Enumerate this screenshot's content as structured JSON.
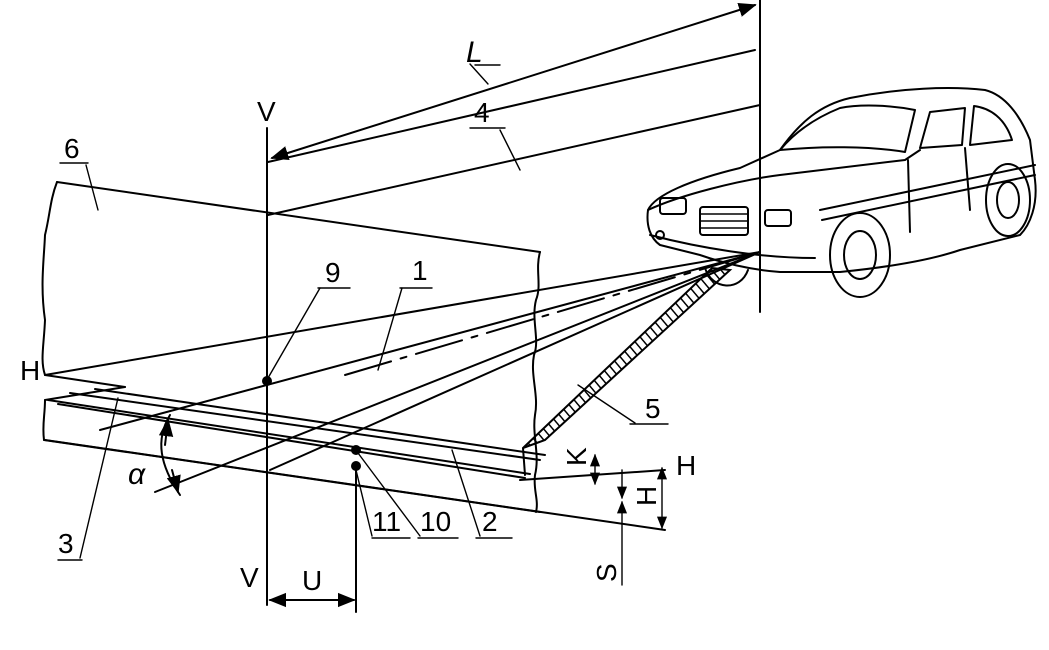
{
  "diagram": {
    "labels": {
      "L": "L",
      "n1": "1",
      "n2": "2",
      "n3": "3",
      "n4": "4",
      "n5": "5",
      "n6": "6",
      "n9": "9",
      "n10": "10",
      "n11": "11",
      "V_top": "V",
      "V_bottom": "V",
      "H_left": "H",
      "H_right": "H",
      "H_dim": "H",
      "U": "U",
      "K": "K",
      "S": "S",
      "alpha": "α"
    }
  }
}
